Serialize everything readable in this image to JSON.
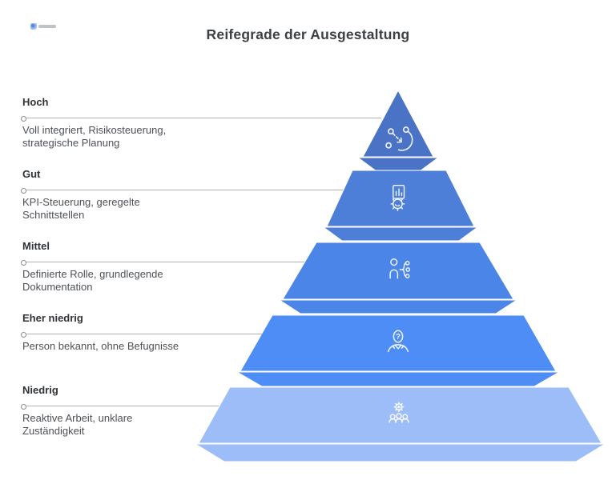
{
  "title": "Reifegrade der Ausgestaltung",
  "logo": {
    "name": "brand-logo"
  },
  "diagram_type": "pyramid",
  "levels": [
    {
      "rank": 1,
      "label": "Hoch",
      "description": "Voll integriert, Risikosteuerung, strategische Planung",
      "icon": "strategy-path-icon",
      "color": "#4a73c6"
    },
    {
      "rank": 2,
      "label": "Gut",
      "description": "KPI-Steuerung, geregelte Schnittstellen",
      "icon": "kpi-gear-icon",
      "color": "#4d7fd9"
    },
    {
      "rank": 3,
      "label": "Mittel",
      "description": "Definierte Rolle, grundlegende Dokumentation",
      "icon": "person-role-icon",
      "color": "#4b85e8"
    },
    {
      "rank": 4,
      "label": "Eher niedrig",
      "description": "Person bekannt, ohne Befugnisse",
      "icon": "person-question-icon",
      "color": "#4e8df6"
    },
    {
      "rank": 5,
      "label": "Niedrig",
      "description": "Reaktive Arbeit, unklare Zuständigkeit",
      "icon": "team-gear-icon",
      "color": "#9cbdf8"
    }
  ]
}
